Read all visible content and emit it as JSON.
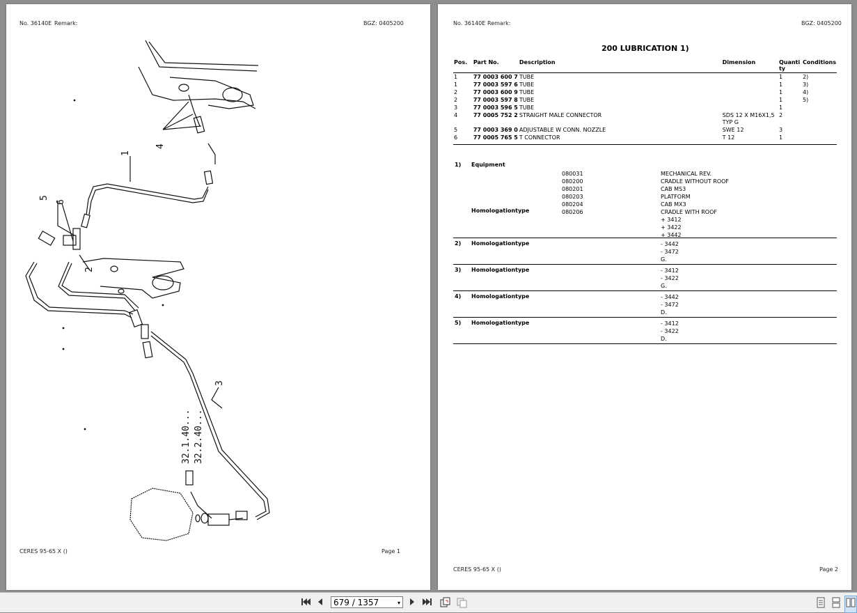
{
  "header": {
    "doc_no": "No. 36140E",
    "remark": "Remark:",
    "bgz": "BGZ: 0405200"
  },
  "page1": {
    "footer_left": "CERES 95-65 X ()",
    "footer_right": "Page 1",
    "callouts": [
      "1",
      "2",
      "3",
      "4",
      "5",
      "6"
    ],
    "refs": [
      "32.1.40...",
      "32.2.40..."
    ]
  },
  "page2": {
    "title": "200 LUBRICATION  1)",
    "columns": [
      "Pos.",
      "Part No.",
      "Description",
      "Dimension",
      "Quanti ty",
      "Conditions"
    ],
    "rows": [
      {
        "pos": "1",
        "part": "77 0003 600 7",
        "desc": "TUBE",
        "dim": "",
        "qty": "1",
        "cond": "2)"
      },
      {
        "pos": "1",
        "part": "77 0003 597 6",
        "desc": "TUBE",
        "dim": "",
        "qty": "1",
        "cond": "3)"
      },
      {
        "pos": "2",
        "part": "77 0003 600 9",
        "desc": "TUBE",
        "dim": "",
        "qty": "1",
        "cond": "4)"
      },
      {
        "pos": "2",
        "part": "77 0003 597 8",
        "desc": "TUBE",
        "dim": "",
        "qty": "1",
        "cond": "5)"
      },
      {
        "pos": "3",
        "part": "77 0003 596 5",
        "desc": "TUBE",
        "dim": "",
        "qty": "1",
        "cond": ""
      },
      {
        "pos": "4",
        "part": "77 0005 752 2",
        "desc": "STRAIGHT MALE CONNECTOR",
        "dim": "SDS 12 X M16X1,5 TYP G",
        "qty": "2",
        "cond": ""
      },
      {
        "pos": "5",
        "part": "77 0003 369 0",
        "desc": "ADJUSTABLE W CONN. NOZZLE",
        "dim": "SWE 12",
        "qty": "3",
        "cond": ""
      },
      {
        "pos": "6",
        "part": "77 0005 765 5",
        "desc": "T CONNECTOR",
        "dim": "T 12",
        "qty": "1",
        "cond": ""
      }
    ],
    "note1": {
      "num": "1)",
      "label": "Equipment",
      "label2": "Homologationtype",
      "codes": [
        "080031",
        "080200",
        "080201",
        "080203",
        "080204",
        "080206"
      ],
      "values": [
        "MECHANICAL REV.",
        "CRADLE WITHOUT ROOF",
        "CAB MS3",
        "PLATFORM",
        "CAB MX3",
        "CRADLE WITH ROOF",
        "+ 3412",
        "+ 3422",
        "+ 3442"
      ]
    },
    "note2": {
      "num": "2)",
      "label": "Homologationtype",
      "values": [
        "- 3442",
        "- 3472",
        "G."
      ]
    },
    "note3": {
      "num": "3)",
      "label": "Homologationtype",
      "values": [
        "- 3412",
        "- 3422",
        "G."
      ]
    },
    "note4": {
      "num": "4)",
      "label": "Homologationtype",
      "values": [
        "- 3442",
        "- 3472",
        "D."
      ]
    },
    "note5": {
      "num": "5)",
      "label": "Homologationtype",
      "values": [
        "- 3412",
        "- 3422",
        "D."
      ]
    },
    "footer_left": "CERES 95-65 X ()",
    "footer_right": "Page 2"
  },
  "toolbar": {
    "page_indicator": "679 / 1357",
    "dropdown_icon": "▾"
  }
}
